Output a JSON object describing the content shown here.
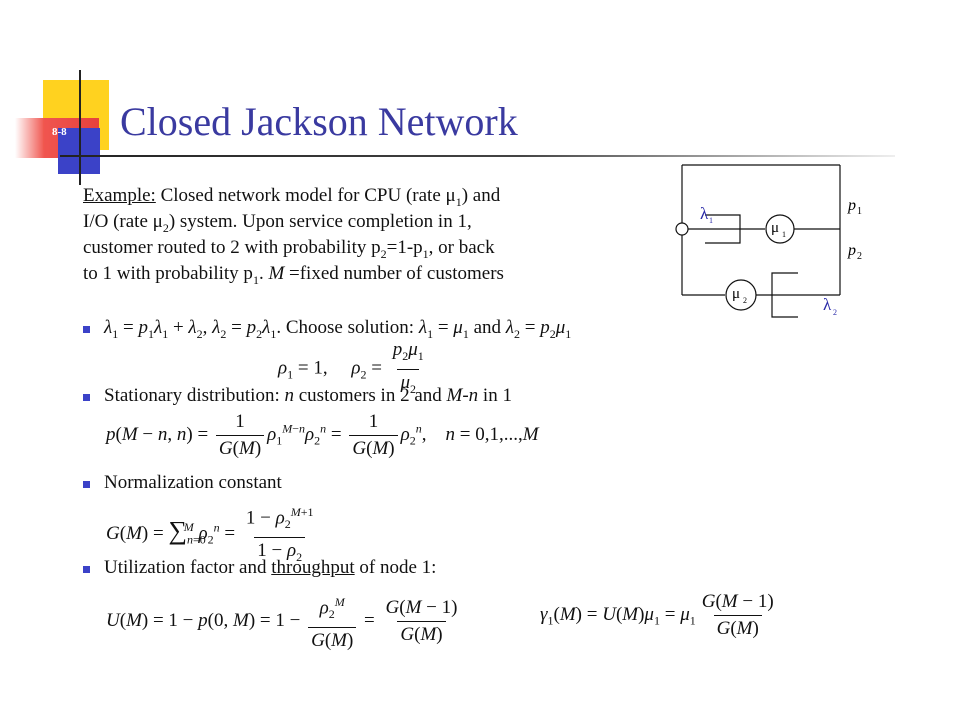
{
  "slide": {
    "number": "8-8",
    "title": "Closed Jackson Network"
  },
  "example": {
    "label": "Example:",
    "line1_a": " Closed network model for CPU (rate μ",
    "line1_b": ") and",
    "line2_a": "I/O (rate μ",
    "line2_b": ") system. Upon service completion in 1,",
    "line3_a": "customer routed to 2 with probability p",
    "line3_b": "=1-p",
    "line3_c": ", or back",
    "line4_a": "to 1 with probability p",
    "line4_b": ". ",
    "line4_m": "M",
    "line4_c": " =fixed number of customers"
  },
  "bullets": {
    "b1": {
      "choose": "Choose solution:",
      "and": "and"
    },
    "b2": {
      "text_a": "Stationary distribution: ",
      "n1": "n",
      "text_b": " customers in 2 and ",
      "mn": "M-n",
      "text_c": " in 1"
    },
    "b3": {
      "text": "Normalization constant"
    },
    "b4": {
      "text_a": "Utilization factor and ",
      "link": "throughput",
      "text_b": " of node 1:"
    }
  },
  "diagram": {
    "lambda1": "λ",
    "mu1": "μ",
    "mu2": "μ",
    "lambda2": "λ",
    "p1": "p",
    "p2": "p",
    "sub1": "1",
    "sub2": "2"
  },
  "colors": {
    "title": "#3a3aa0",
    "bullet": "#3b42c8",
    "deco_yellow": "#ffd21f",
    "deco_red": "#e5413c",
    "deco_blue": "#3b42c8"
  }
}
